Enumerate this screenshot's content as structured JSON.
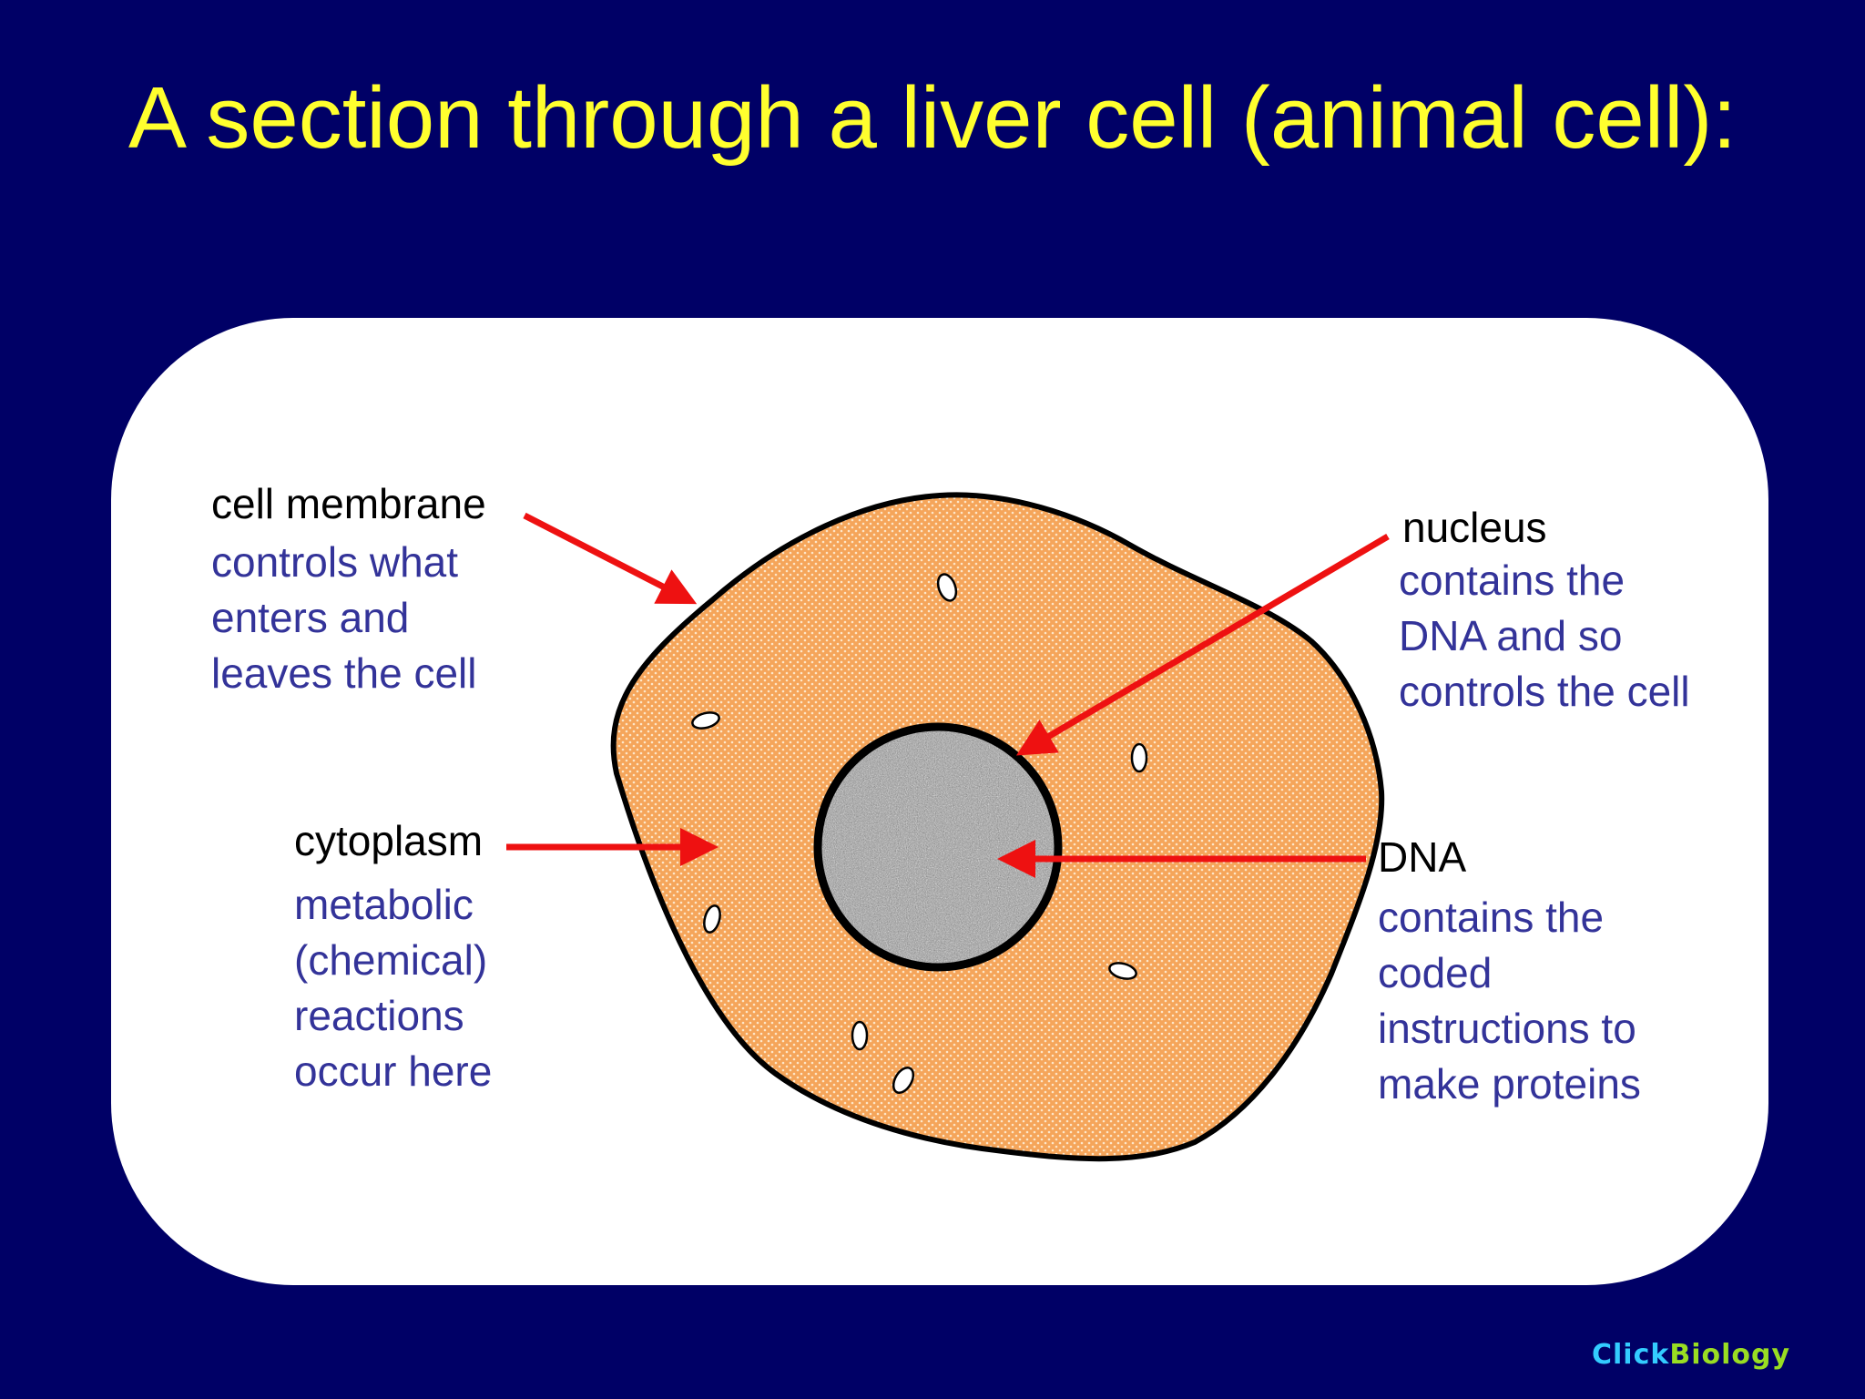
{
  "slide": {
    "title": "A section through a liver cell (animal cell):",
    "colors": {
      "background": "#000066",
      "title": "#ffff2e",
      "panel": "#ffffff",
      "cytoplasm": "#f5a55a",
      "nucleus": "#9a9a9a",
      "arrow": "#ee1111",
      "label_name": "#000000",
      "label_description": "#333399"
    }
  },
  "labels": {
    "cell_membrane": {
      "name": "cell membrane",
      "description": "controls what\nenters and\nleaves the cell"
    },
    "cytoplasm": {
      "name": "cytoplasm",
      "description": "metabolic\n(chemical)\nreactions\noccur here"
    },
    "nucleus": {
      "name": "nucleus",
      "description": "contains the\nDNA and so\ncontrols the cell"
    },
    "dna": {
      "name": "DNA",
      "description": "contains the\ncoded\ninstructions to\nmake proteins"
    }
  },
  "footer": {
    "logo_part_1": "Click",
    "logo_part_2": "Biology"
  }
}
